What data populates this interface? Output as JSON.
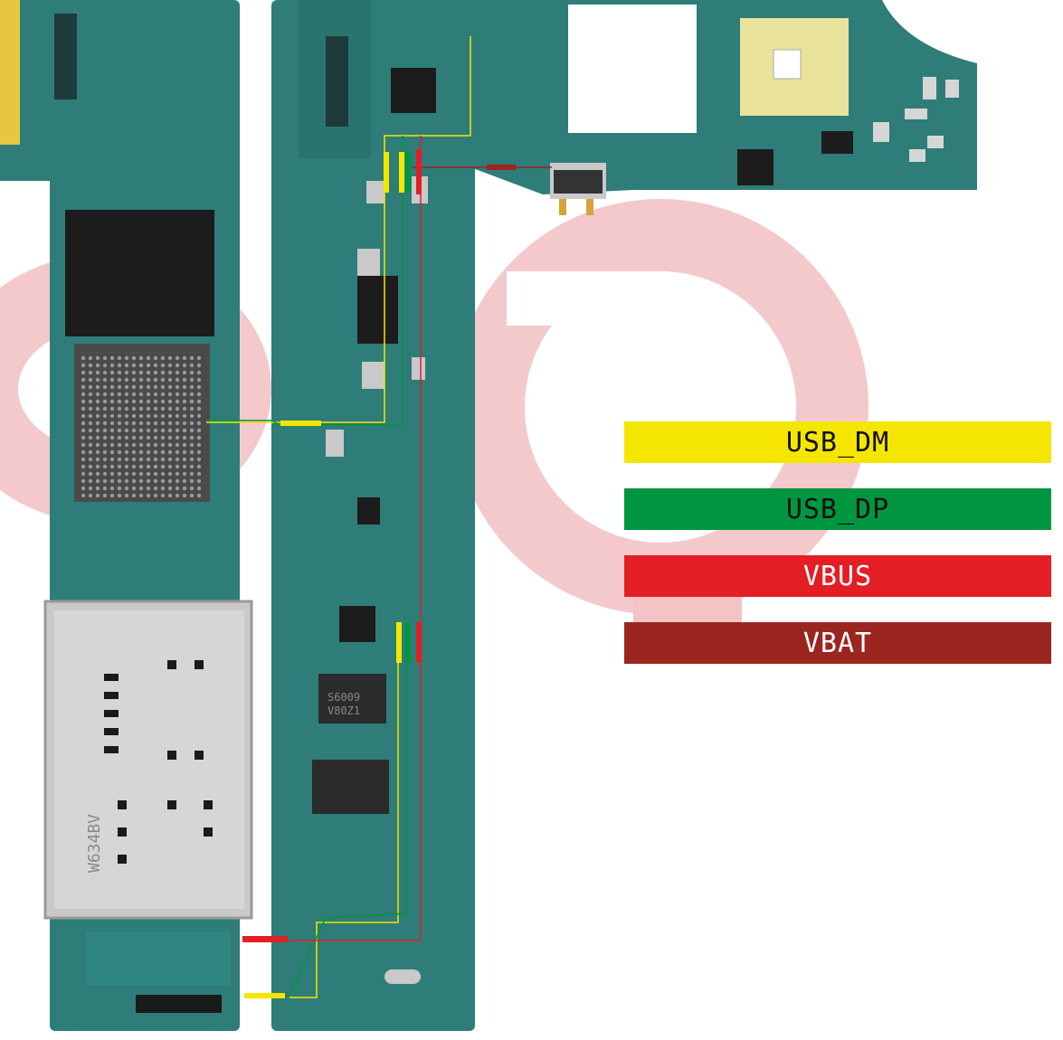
{
  "legend": {
    "items": [
      {
        "label": "USB_DM",
        "color": "#f5e600",
        "text_color": "#111111"
      },
      {
        "label": "USB_DP",
        "color": "#009640",
        "text_color": "#111111"
      },
      {
        "label": "VBUS",
        "color": "#e31e24",
        "text_color": "#ffffff"
      },
      {
        "label": "VBAT",
        "color": "#9b2620",
        "text_color": "#ffffff"
      }
    ]
  },
  "board": {
    "color": "#2e7d78",
    "shield_color": "#c9c9c9",
    "chip_markings": [
      "W634BV",
      "S6009",
      "V80Z1"
    ]
  },
  "colors": {
    "watermark": "#f1b9bd",
    "pcb_dark": "#1f5f5c",
    "chip": "#2a2a2a",
    "pad_gold": "#d4a437",
    "flash_pad": "#e9e29a"
  }
}
